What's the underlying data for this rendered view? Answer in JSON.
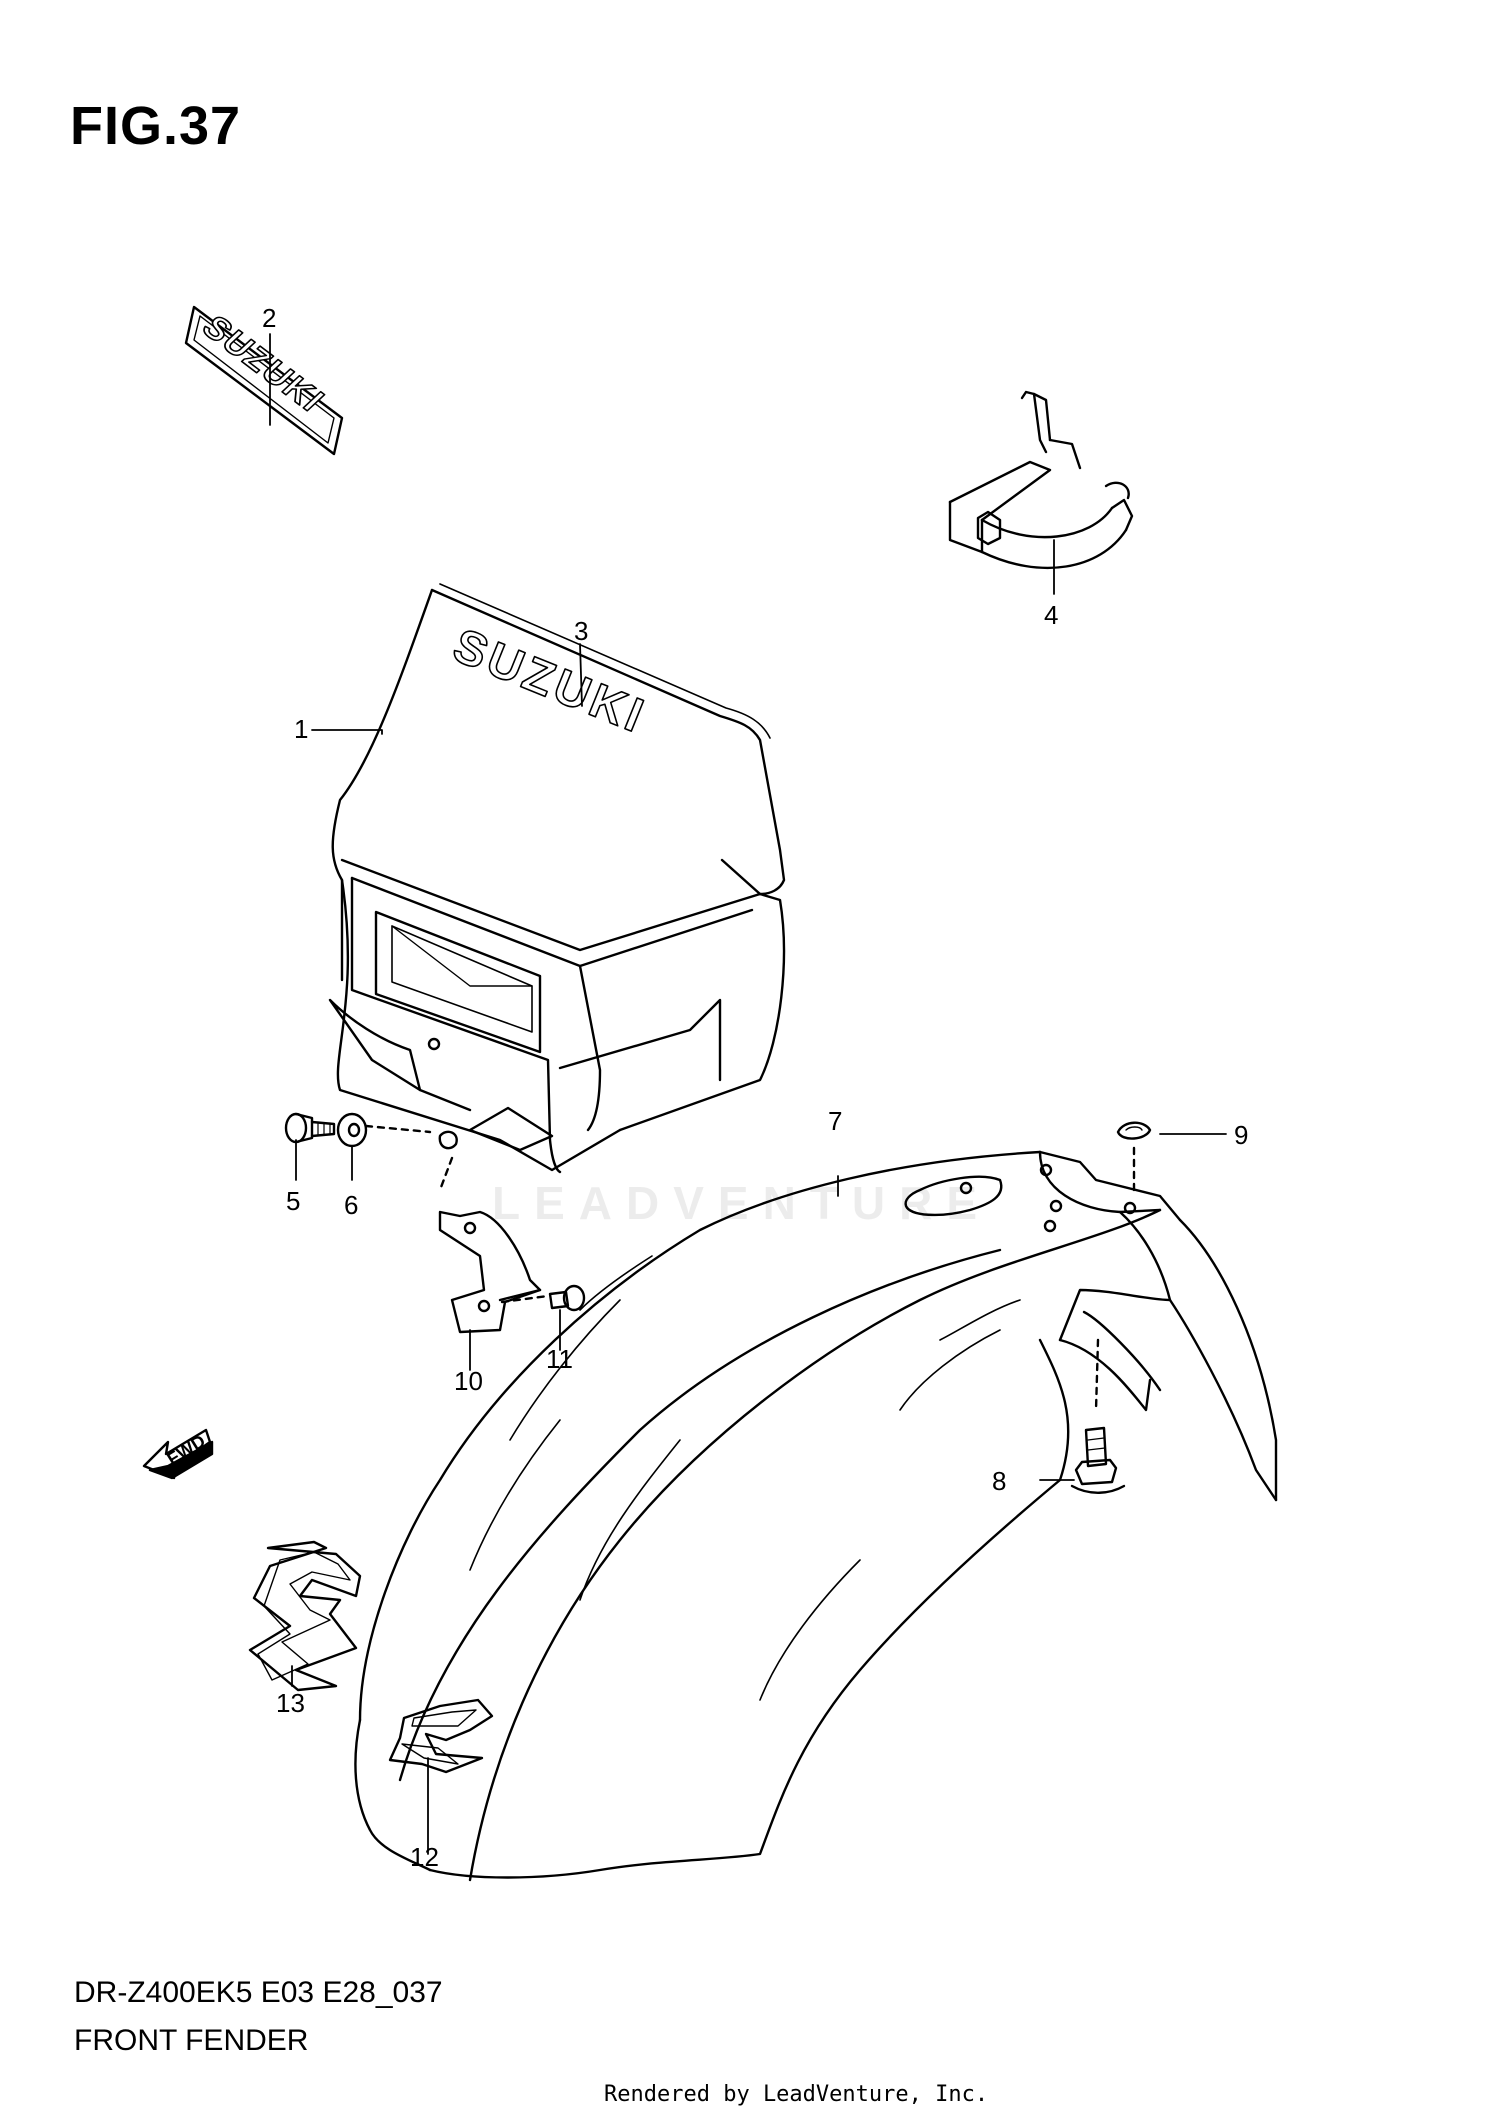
{
  "figure": {
    "title": "FIG.37",
    "model_code": "DR-Z400EK5 E03 E28_037",
    "section_name": "FRONT FENDER"
  },
  "watermark": {
    "text": "LEADVENTURE"
  },
  "credit": "Rendered by LeadVenture, Inc.",
  "direction_marker": {
    "label": "FWD",
    "icon": "arrow-left-icon"
  },
  "decal_text": {
    "emblem": "SUZUKI",
    "cowl": "SUZUKI"
  },
  "callouts": [
    {
      "number": "1"
    },
    {
      "number": "2"
    },
    {
      "number": "3"
    },
    {
      "number": "4"
    },
    {
      "number": "5"
    },
    {
      "number": "6"
    },
    {
      "number": "7"
    },
    {
      "number": "8"
    },
    {
      "number": "9"
    },
    {
      "number": "10"
    },
    {
      "number": "11"
    },
    {
      "number": "12"
    },
    {
      "number": "13"
    }
  ]
}
